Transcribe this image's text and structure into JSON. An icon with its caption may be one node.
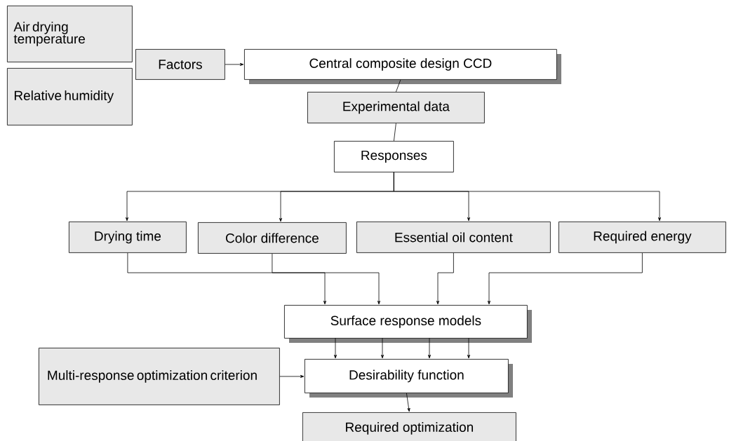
{
  "diagram": {
    "nodes": [
      {
        "text": [
          "Air drying temperature"
        ]
      },
      {
        "text": [
          "Relative humidity"
        ]
      },
      {
        "text": [
          "Factors"
        ]
      },
      {
        "text": [
          "Central composite design CCD"
        ]
      },
      {
        "text": [
          "Experimental data"
        ]
      },
      {
        "text": [
          "Responses"
        ]
      },
      {
        "text": [
          "Drying time"
        ]
      },
      {
        "text": [
          "Color difference"
        ]
      },
      {
        "text": [
          "Essential oil content"
        ]
      },
      {
        "text": [
          "Required energy"
        ]
      },
      {
        "text": [
          "Surface response models"
        ]
      },
      {
        "text": [
          "Desirability function"
        ]
      },
      {
        "text": [
          "Multi-response optimization criterion"
        ]
      },
      {
        "text": [
          "Required optimization"
        ]
      }
    ],
    "edges": [
      {
        "from": 2,
        "to": 3,
        "arrow": "to"
      },
      {
        "from": 3,
        "to": 4,
        "arrow": "none"
      },
      {
        "from": 4,
        "to": 5,
        "arrow": "none"
      },
      {
        "from": 5,
        "to": 6,
        "arrow": "to"
      },
      {
        "from": 5,
        "to": 7,
        "arrow": "to"
      },
      {
        "from": 5,
        "to": 8,
        "arrow": "to"
      },
      {
        "from": 5,
        "to": 9,
        "arrow": "to"
      },
      {
        "from": 6,
        "to": 10,
        "arrow": "to"
      },
      {
        "from": 7,
        "to": 10,
        "arrow": "to"
      },
      {
        "from": 8,
        "to": 10,
        "arrow": "to"
      },
      {
        "from": 9,
        "to": 10,
        "arrow": "to"
      },
      {
        "from": 10,
        "to": 11,
        "arrow": "to"
      },
      {
        "from": 10,
        "to": 11,
        "arrow": "to"
      },
      {
        "from": 10,
        "to": 11,
        "arrow": "to"
      },
      {
        "from": 10,
        "to": 11,
        "arrow": "to"
      },
      {
        "from": 12,
        "to": 11,
        "arrow": "to"
      },
      {
        "from": 11,
        "to": 13,
        "arrow": "to"
      }
    ]
  }
}
